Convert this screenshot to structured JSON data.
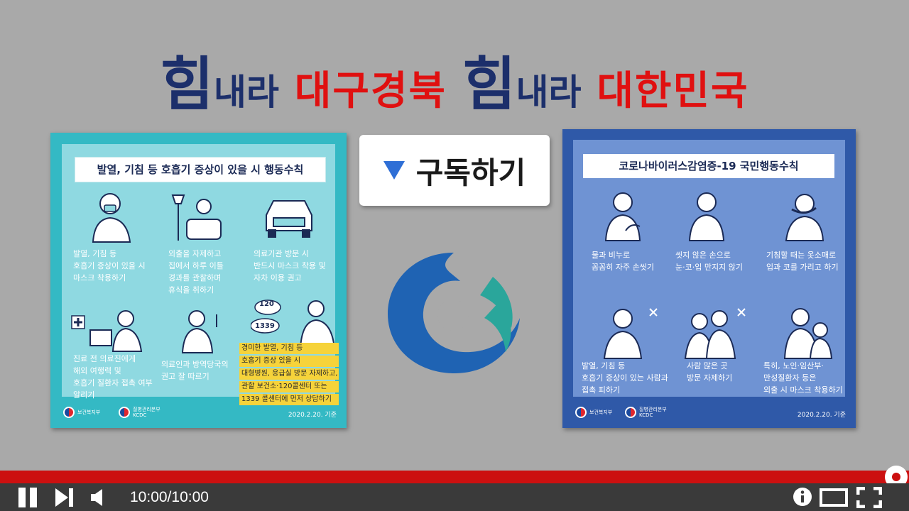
{
  "headline": {
    "part1_big": "힘",
    "part1_small": "내라",
    "part2": "대구경북",
    "part3_big": "힘",
    "part3_small": "내라",
    "part4": "대한민국"
  },
  "left_poster": {
    "title": "발열, 기침 등 호흡기 증상이 있을 시 행동수칙",
    "items": [
      {
        "lines": [
          "발열, 기침 등",
          "호흡기 증상이 있을 시",
          "마스크 착용하기"
        ]
      },
      {
        "lines": [
          "외출을 자제하고",
          "집에서 하루 이틀",
          "경과를 관찰하며",
          "휴식을 취하기"
        ]
      },
      {
        "lines": [
          "의료기관 방문 시",
          "반드시 마스크 착용 및",
          "자차 이용 권고"
        ]
      },
      {
        "lines": [
          "진료 전 의료진에게",
          "해외 여행력 및",
          "호흡기 질환자 접촉 여부",
          "알리기"
        ]
      },
      {
        "lines": [
          "의료인과 방역당국의",
          "권고 잘 따르기"
        ]
      }
    ],
    "bubble_120": "120",
    "bubble_1339": "1339",
    "notice": [
      "경미한 발열, 기침 등",
      "호흡기 증상 있을 시",
      "대형병원, 응급실 방문 자제하고,",
      "관할 보건소·120콜센터 또는",
      "1339 콜센터에 먼저 상담하기"
    ],
    "footer_org1": "보건복지부",
    "footer_org2": "질병관리본부",
    "footer_org2_en": "KCDC",
    "footer_date": "2020.2.20. 기준"
  },
  "right_poster": {
    "title": "코로나바이러스감염증-19 국민행동수칙",
    "items": [
      {
        "lines": [
          "물과 비누로",
          "꼼꼼히 자주 손씻기"
        ]
      },
      {
        "lines": [
          "씻지 않은 손으로",
          "눈·코·입 만지지 않기"
        ]
      },
      {
        "lines": [
          "기침할 때는 옷소매로",
          "입과 코를 가리고 하기"
        ]
      },
      {
        "lines": [
          "발열, 기침 등",
          "호흡기 증상이 있는 사람과",
          "접촉 피하기"
        ]
      },
      {
        "lines": [
          "사람 많은 곳",
          "방문 자제하기"
        ]
      },
      {
        "lines": [
          "특히, 노인·임산부·",
          "만성질환자 등은",
          "외출 시 마스크 착용하기"
        ]
      }
    ],
    "footer_org1": "보건복지부",
    "footer_org2": "질병관리본부",
    "footer_org2_en": "KCDC",
    "footer_date": "2020.2.20. 기준"
  },
  "subscribe": {
    "label": "구독하기",
    "color": "#2f6fd6"
  },
  "player": {
    "time": "10:00/10:00",
    "progress_fraction": 1.0,
    "icons": [
      "pause-icon",
      "next-icon",
      "volume-icon",
      "info-icon",
      "theater-icon",
      "fullscreen-icon"
    ]
  }
}
